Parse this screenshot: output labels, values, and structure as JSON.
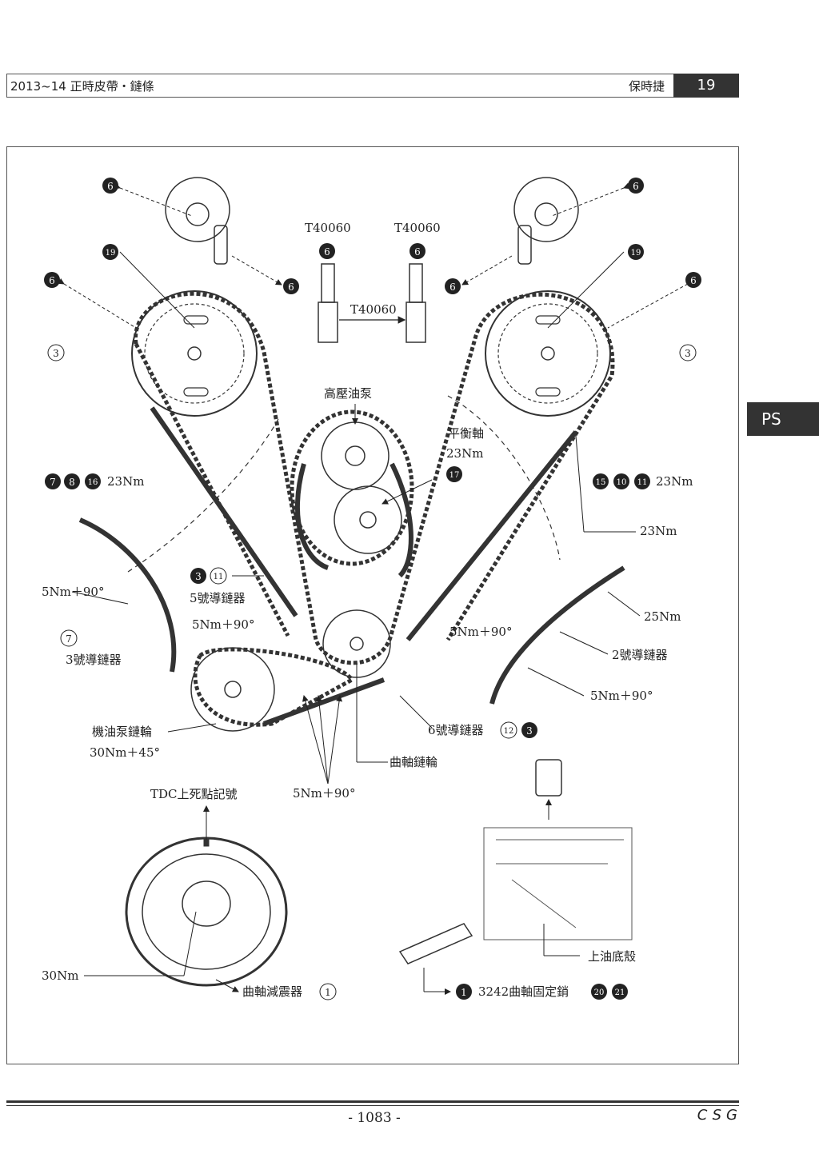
{
  "header": {
    "title": "2013~14 正時皮帶・鏈條",
    "brand": "保時捷",
    "page_number": "19"
  },
  "side_tab": "PS",
  "labels": {
    "tool_left": "T40060",
    "tool_right": "T40060",
    "tool_mid": "T40060",
    "hp_pump": "高壓油泵",
    "balance_shaft": "平衡軸",
    "balance_torque": "23Nm",
    "left_cam_torque": "23Nm",
    "right_cam_torque": "23Nm",
    "right_tensioner_torque": "23Nm",
    "guide5_torque_left": "5Nm＋90°",
    "guide3_name": "3號導鏈器",
    "guide5_name": "5號導鏈器",
    "guide5_torque_center": "5Nm＋90°",
    "right_upper_torque": "5Nm＋90°",
    "guide2_top_torque": "25Nm",
    "guide2_name": "2號導鏈器",
    "guide2_bottom_torque": "5Nm＋90°",
    "oil_pump_sprocket": "機油泵鏈輪",
    "oil_pump_torque": "30Nm＋45°",
    "guide6_name": "6號導鏈器",
    "crank_sprocket": "曲軸鏈輪",
    "lower_torque": "5Nm＋90°",
    "tdc_mark": "TDC上死點記號",
    "damper_torque": "30Nm",
    "crank_damper": "曲軸減震器",
    "upper_oil_pan": "上油底殼",
    "crank_pin": "3242曲軸固定銷"
  },
  "callouts": {
    "n6": "6",
    "n19": "19",
    "n3": "3",
    "n7": "7",
    "n8": "8",
    "n16": "16",
    "n15": "15",
    "n10": "10",
    "n11": "11",
    "n17": "17",
    "n12": "12",
    "n1": "1",
    "n20": "20",
    "n21": "21"
  },
  "footer": {
    "page": "- 1083 -",
    "brand": "CSG"
  }
}
